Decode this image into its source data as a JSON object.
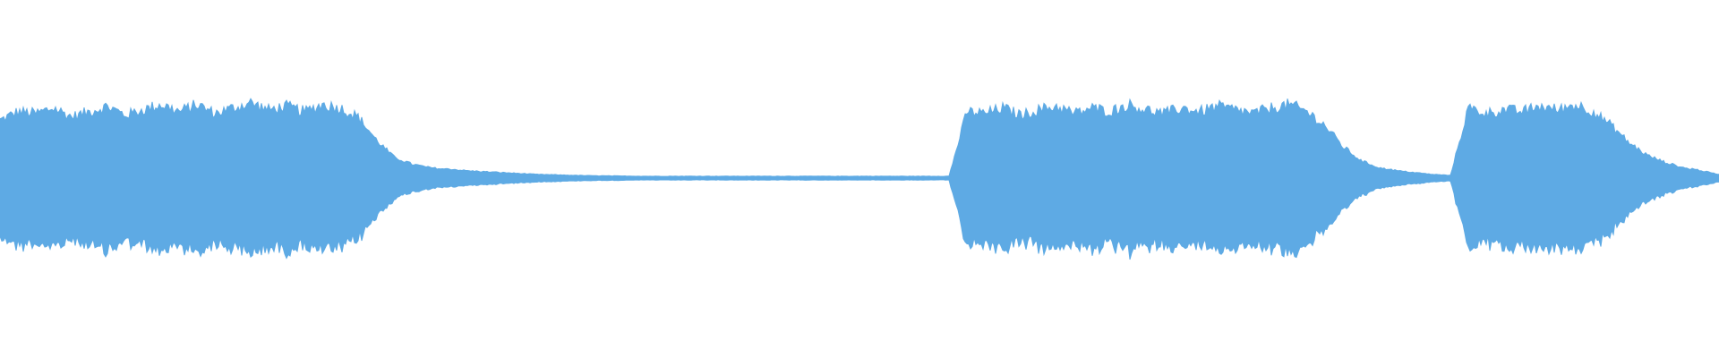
{
  "waveform": {
    "color": "#5eaae4",
    "background": "#ffffff",
    "amplitude_envelope": [
      0.33,
      0.38,
      0.37,
      0.4,
      0.35,
      0.38,
      0.41,
      0.36,
      0.39,
      0.42,
      0.38,
      0.42,
      0.37,
      0.4,
      0.43,
      0.39,
      0.41,
      0.38,
      0.42,
      0.4,
      0.35,
      0.22,
      0.12,
      0.08,
      0.06,
      0.05,
      0.04,
      0.035,
      0.03,
      0.025,
      0.02,
      0.018,
      0.015,
      0.013,
      0.012,
      0.011,
      0.01,
      0.01,
      0.01,
      0.01,
      0.01,
      0.01,
      0.01,
      0.01,
      0.01,
      0.01,
      0.01,
      0.01,
      0.01,
      0.01,
      0.01,
      0.01,
      0.01,
      0.01,
      0.38,
      0.37,
      0.4,
      0.36,
      0.39,
      0.41,
      0.37,
      0.4,
      0.38,
      0.42,
      0.39,
      0.37,
      0.4,
      0.38,
      0.41,
      0.39,
      0.37,
      0.4,
      0.42,
      0.38,
      0.3,
      0.18,
      0.1,
      0.06,
      0.04,
      0.03,
      0.02,
      0.015,
      0.4,
      0.37,
      0.39,
      0.38,
      0.41,
      0.39,
      0.42,
      0.38,
      0.3,
      0.2,
      0.13,
      0.09,
      0.06,
      0.04,
      0.02
    ]
  }
}
